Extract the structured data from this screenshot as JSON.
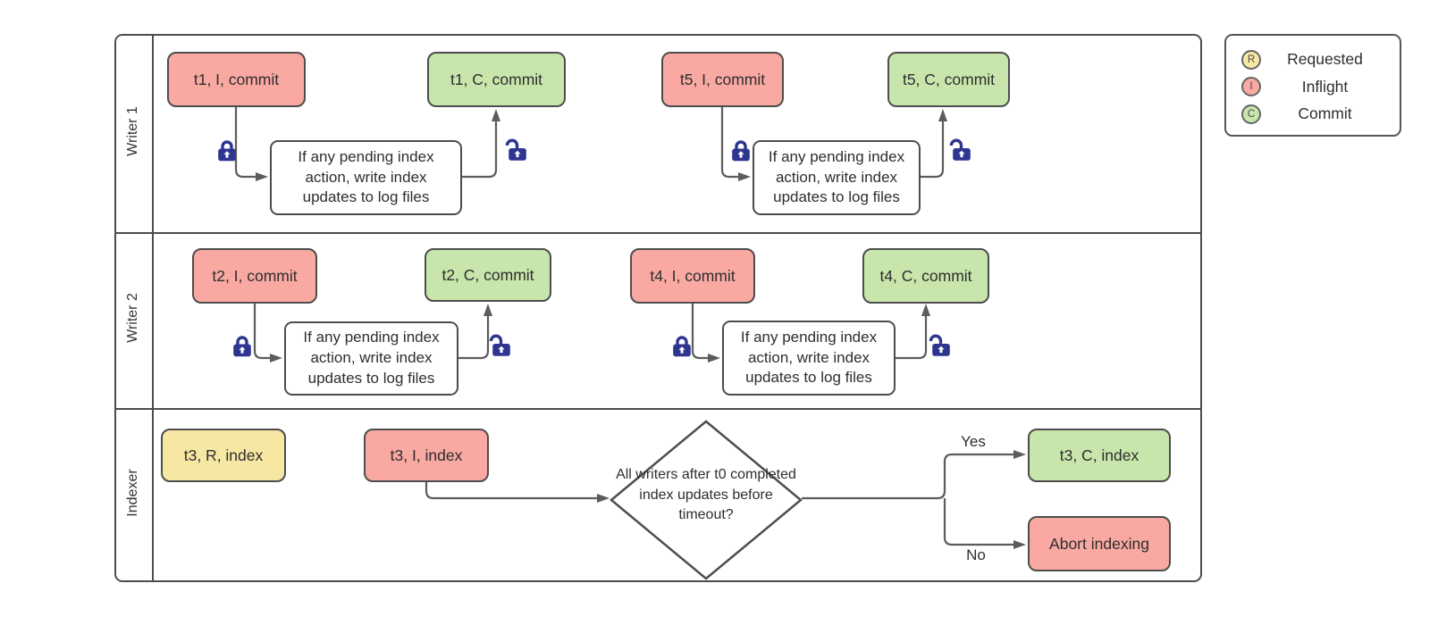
{
  "lanes": [
    {
      "label": "Writer 1"
    },
    {
      "label": "Writer 2"
    },
    {
      "label": "Indexer"
    }
  ],
  "nodes": {
    "t1_inflight": "t1, I, commit",
    "t1_commit": "t1, C, commit",
    "t5_inflight": "t5, I, commit",
    "t5_commit": "t5, C, commit",
    "t2_inflight": "t2, I, commit",
    "t2_commit": "t2, C, commit",
    "t4_inflight": "t4, I, commit",
    "t4_commit": "t4, C, commit",
    "t3_requested": "t3, R, index",
    "t3_inflight": "t3, I, index",
    "t3_commit": "t3, C, index",
    "abort": "Abort indexing"
  },
  "process_note": "If any pending index action, write index updates to log files",
  "decision": {
    "question": "All writers after t0 completed index updates before timeout?",
    "yes_label": "Yes",
    "no_label": "No"
  },
  "legend": {
    "items": [
      {
        "symbol": "R",
        "label": "Requested"
      },
      {
        "symbol": "I",
        "label": "Inflight"
      },
      {
        "symbol": "C",
        "label": "Commit"
      }
    ]
  },
  "icons": {
    "locked": "lock-closed",
    "unlocked": "lock-open"
  },
  "colors": {
    "requested_fill": "#f6e7a3",
    "inflight_fill": "#f9a8a2",
    "commit_fill": "#c8e6ac",
    "node_border": "#4d4d4d",
    "connector": "#5c5c5c",
    "lock": "#2e3591"
  }
}
